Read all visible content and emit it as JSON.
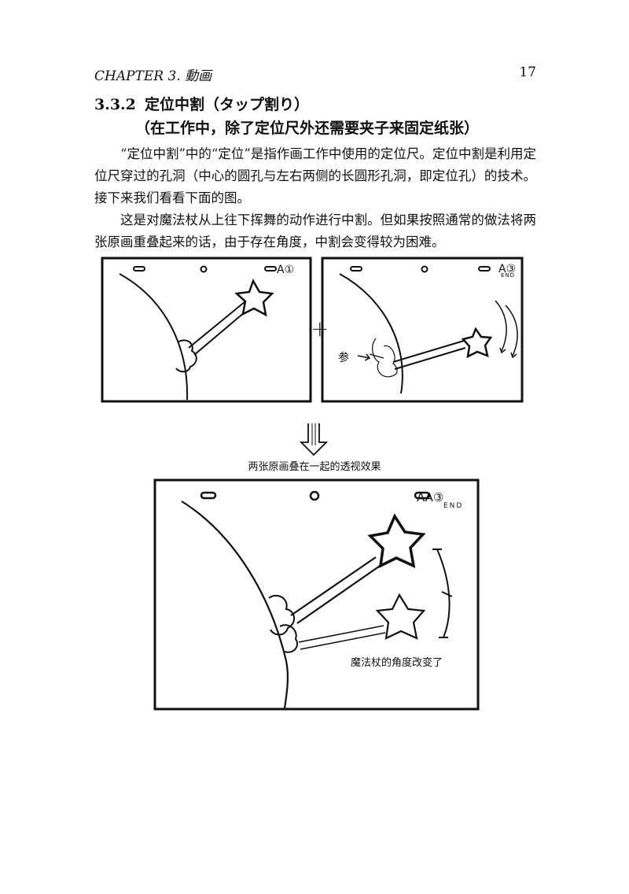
{
  "header": {
    "chapter": "CHAPTER 3.  動画",
    "page_number": "17"
  },
  "section": {
    "number": "3.3.2",
    "title": "定位中割（タップ割り）",
    "subtitle": "（在工作中，除了定位尺外还需要夹子来固定纸张）"
  },
  "paragraphs": [
    "“定位中割”中的“定位”是指作画工作中使用的定位尺。定位中割是利用定位尺穿过的孔洞（中心的圆孔与左右两侧的长圆形孔洞，即定位孔）的技术。接下来我们看看下面的图。",
    "这是对魔法杖从上往下挥舞的动作进行中割。但如果按照通常的做法将两张原画重叠起来的话，由于存在角度，中割会变得较为困难。"
  ],
  "figure": {
    "panel_a1_label": "A①",
    "panel_a3_label": "A③",
    "end_label": "END",
    "plus_sign": "+",
    "reference_mark": "参",
    "combined_label": "AA③",
    "arrow_caption": "两张原画叠在一起的透视效果",
    "angle_caption": "魔法杖的角度改变了"
  }
}
